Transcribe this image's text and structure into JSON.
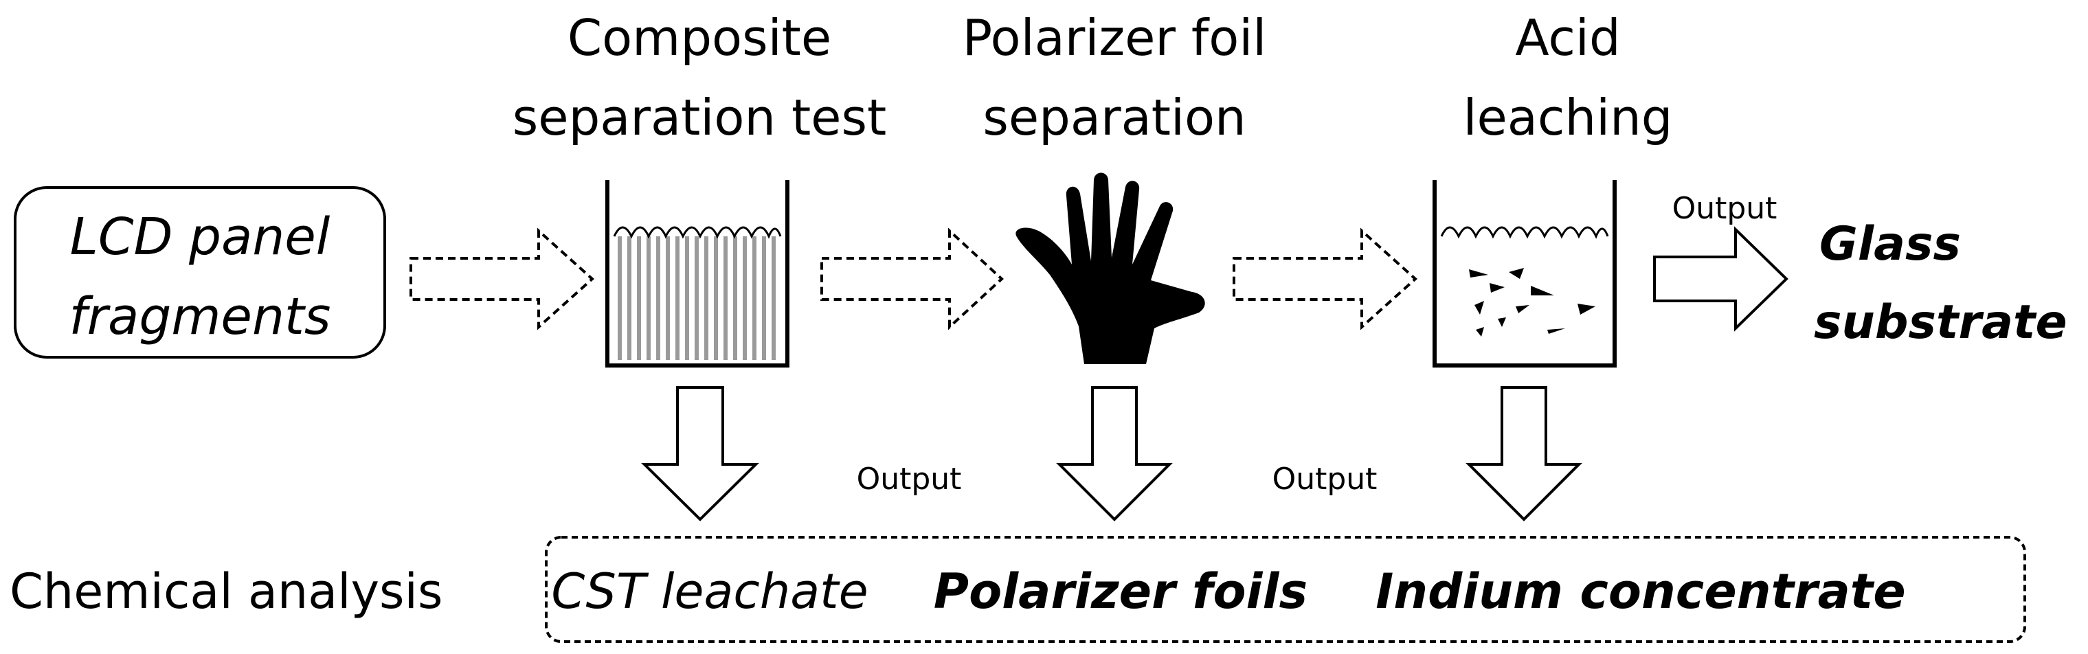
{
  "steps": {
    "step1": {
      "line1": "Composite",
      "line2": "separation test"
    },
    "step2": {
      "line1": "Polarizer foil",
      "line2": "separation"
    },
    "step3": {
      "line1": "Acid",
      "line2": "leaching"
    }
  },
  "input_box": {
    "line1": "LCD panel",
    "line2": "fragments"
  },
  "outputs": {
    "label_top": "Output",
    "label_bottom_left": "Output",
    "label_bottom_right": "Output"
  },
  "product": {
    "line1": "Glass",
    "line2": "substrate"
  },
  "chemical_analysis": {
    "label": "Chemical analysis",
    "items": [
      "CST leachate",
      "Polarizer foils",
      "Indium concentrate"
    ]
  }
}
